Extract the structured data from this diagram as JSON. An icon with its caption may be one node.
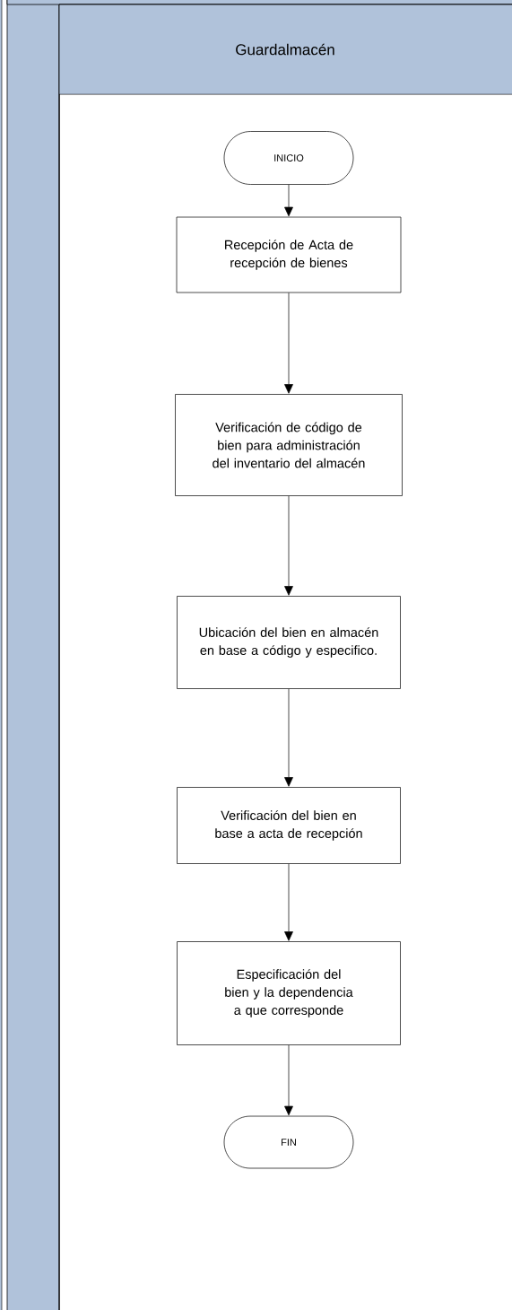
{
  "diagram": {
    "nodes": [
      {
        "text": [
          "Guardalmacén"
        ]
      },
      {
        "text": [
          "INICIO"
        ],
        "in": 0
      },
      {
        "text": [
          "Recepción de Acta de recepción de bienes"
        ],
        "in": 0
      },
      {
        "text": [
          "Verificación de código de bien para administración del inventario del almacén"
        ],
        "in": 0
      },
      {
        "text": [
          "Ubicación del bien en almacén en base a código y especifico."
        ],
        "in": 0
      },
      {
        "text": [
          "Verificación del bien en base a acta de recepción"
        ],
        "in": 0
      },
      {
        "text": [
          "Especificación del bien y la dependencia a que corresponde"
        ],
        "in": 0
      },
      {
        "text": [
          "FIN"
        ],
        "in": 0
      }
    ],
    "edges": [
      {
        "from": 1,
        "to": 2,
        "arrow": "to"
      },
      {
        "from": 2,
        "to": 3,
        "arrow": "to"
      },
      {
        "from": 3,
        "to": 4,
        "arrow": "to"
      },
      {
        "from": 4,
        "to": 5,
        "arrow": "to"
      },
      {
        "from": 5,
        "to": 6,
        "arrow": "to"
      },
      {
        "from": 6,
        "to": 7,
        "arrow": "to"
      }
    ]
  }
}
